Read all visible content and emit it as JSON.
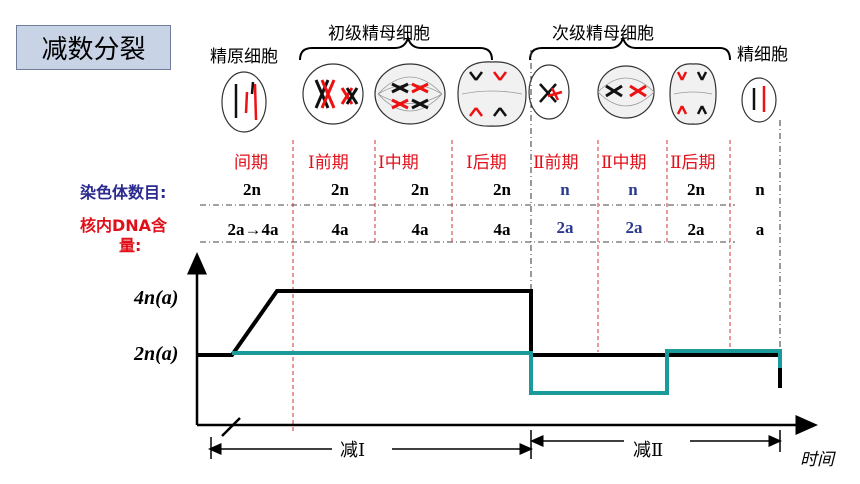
{
  "title": "减数分裂",
  "cell_groups": {
    "spermatogonium": "精原细胞",
    "primary_spermatocyte": "初级精母细胞",
    "secondary_spermatocyte": "次级精母细胞",
    "spermatid": "精细胞"
  },
  "phases": [
    "间期",
    "Ⅰ前期",
    "Ⅰ中期",
    "Ⅰ后期",
    "Ⅱ前期",
    "Ⅱ中期",
    "Ⅱ后期"
  ],
  "rows": {
    "chromosome_label": "染色体数目:",
    "chromosome_values": [
      "2n",
      "2n",
      "2n",
      "2n",
      "n",
      "n",
      "2n",
      "n"
    ],
    "dna_label_line1": "核内DNA含",
    "dna_label_line2": "量:",
    "dna_values": [
      "2a→4a",
      "4a",
      "4a",
      "4a",
      "2a",
      "2a",
      "2a",
      "a"
    ]
  },
  "colors": {
    "title_bg": "#c9d3e6",
    "phase_text": "#e0101a",
    "chromosome_label": "#2b2b8f",
    "dna_label": "#e0101a",
    "haploid_value": "#2b3a8f",
    "dna_line": "#000000",
    "chromosome_line": "#1a9a9a",
    "divider": "#d03030"
  },
  "graph": {
    "y_labels": [
      "4n(a)",
      "2n(a)"
    ],
    "segment_1": "减Ⅰ",
    "segment_2": "减Ⅱ",
    "time_label": "时间"
  },
  "chart_data": {
    "type": "line",
    "x": [
      "间期",
      "Ⅰ前期",
      "Ⅰ中期",
      "Ⅰ后期",
      "Ⅱ前期",
      "Ⅱ中期",
      "Ⅱ后期",
      "精细胞"
    ],
    "series": [
      {
        "values": [
          "2n→4n",
          "4n",
          "4n",
          "4n",
          "2n",
          "2n",
          "2n",
          "n"
        ]
      },
      {
        "values": [
          "2n",
          "2n",
          "2n",
          "2n",
          "n",
          "n",
          "2n",
          "n"
        ]
      }
    ]
  }
}
